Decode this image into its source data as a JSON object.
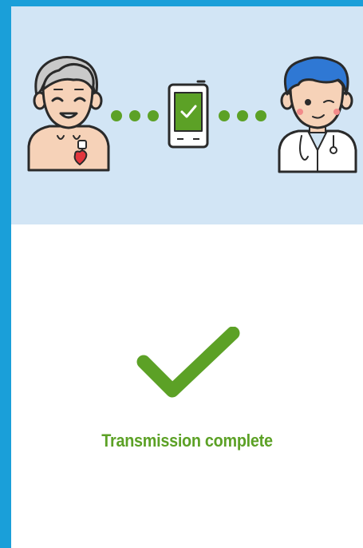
{
  "status": {
    "message": "Transmission complete",
    "state": "complete"
  },
  "banner": {
    "left_figure": "patient-with-implanted-heart-device",
    "center_device": "transmitter-with-check",
    "right_figure": "doctor-with-stethoscope",
    "connector": "dotted-link"
  },
  "colors": {
    "frame_border": "#1a9fd9",
    "banner_bg": "#d2e5f5",
    "success_green": "#5ca126",
    "background": "#ffffff"
  }
}
